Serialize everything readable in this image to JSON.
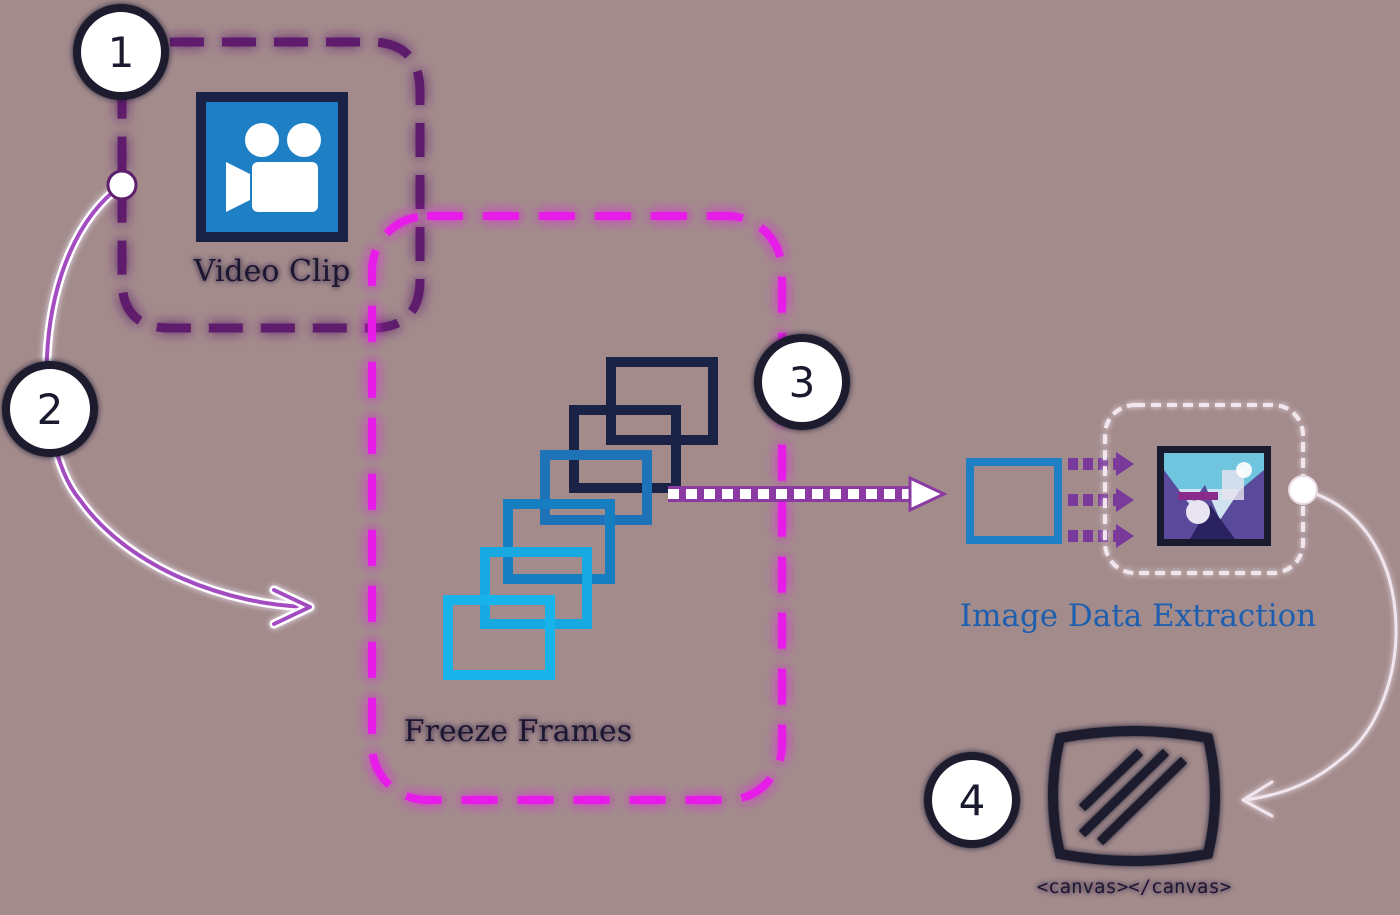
{
  "steps": [
    "1",
    "2",
    "3",
    "4"
  ],
  "labels": {
    "video_clip": "Video Clip",
    "freeze_frames": "Freeze Frames",
    "image_data_extraction": "Image Data Extraction",
    "canvas": "<canvas></canvas>"
  },
  "icons": {
    "video": "video-camera-icon",
    "frames": "frame-stack-icon",
    "extract": "image-icon",
    "canvas": "canvas-screen-icon"
  },
  "colors": {
    "background": "#a38b8c",
    "dark_purple": "#5e1f6c",
    "magenta": "#e81ee8",
    "blue": "#1a7fc4",
    "light_blue": "#17b3ea",
    "navy": "#1a2245",
    "extract_label": "#1d5fae"
  }
}
